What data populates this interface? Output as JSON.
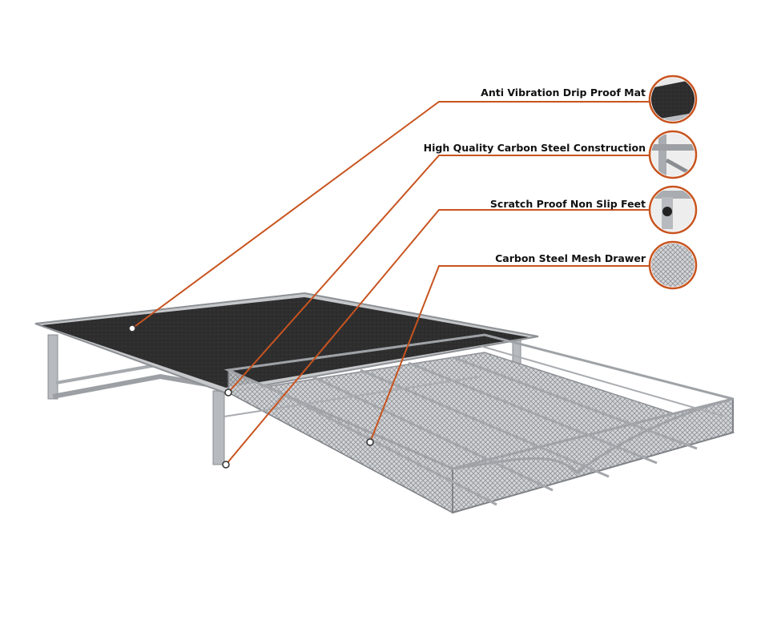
{
  "callouts": [
    {
      "label": "Anti Vibration Drip Proof Mat"
    },
    {
      "label": "High Quality Carbon Steel Construction"
    },
    {
      "label": "Scratch Proof Non Slip Feet"
    },
    {
      "label": "Carbon Steel Mesh Drawer"
    }
  ],
  "colors": {
    "accent": "#c8541f",
    "mat": "#2b2b2b",
    "frame": "#a9acb0",
    "mesh": "#b8bbbf"
  },
  "product": {
    "description_icon": "mesh-drawer-organizer"
  }
}
